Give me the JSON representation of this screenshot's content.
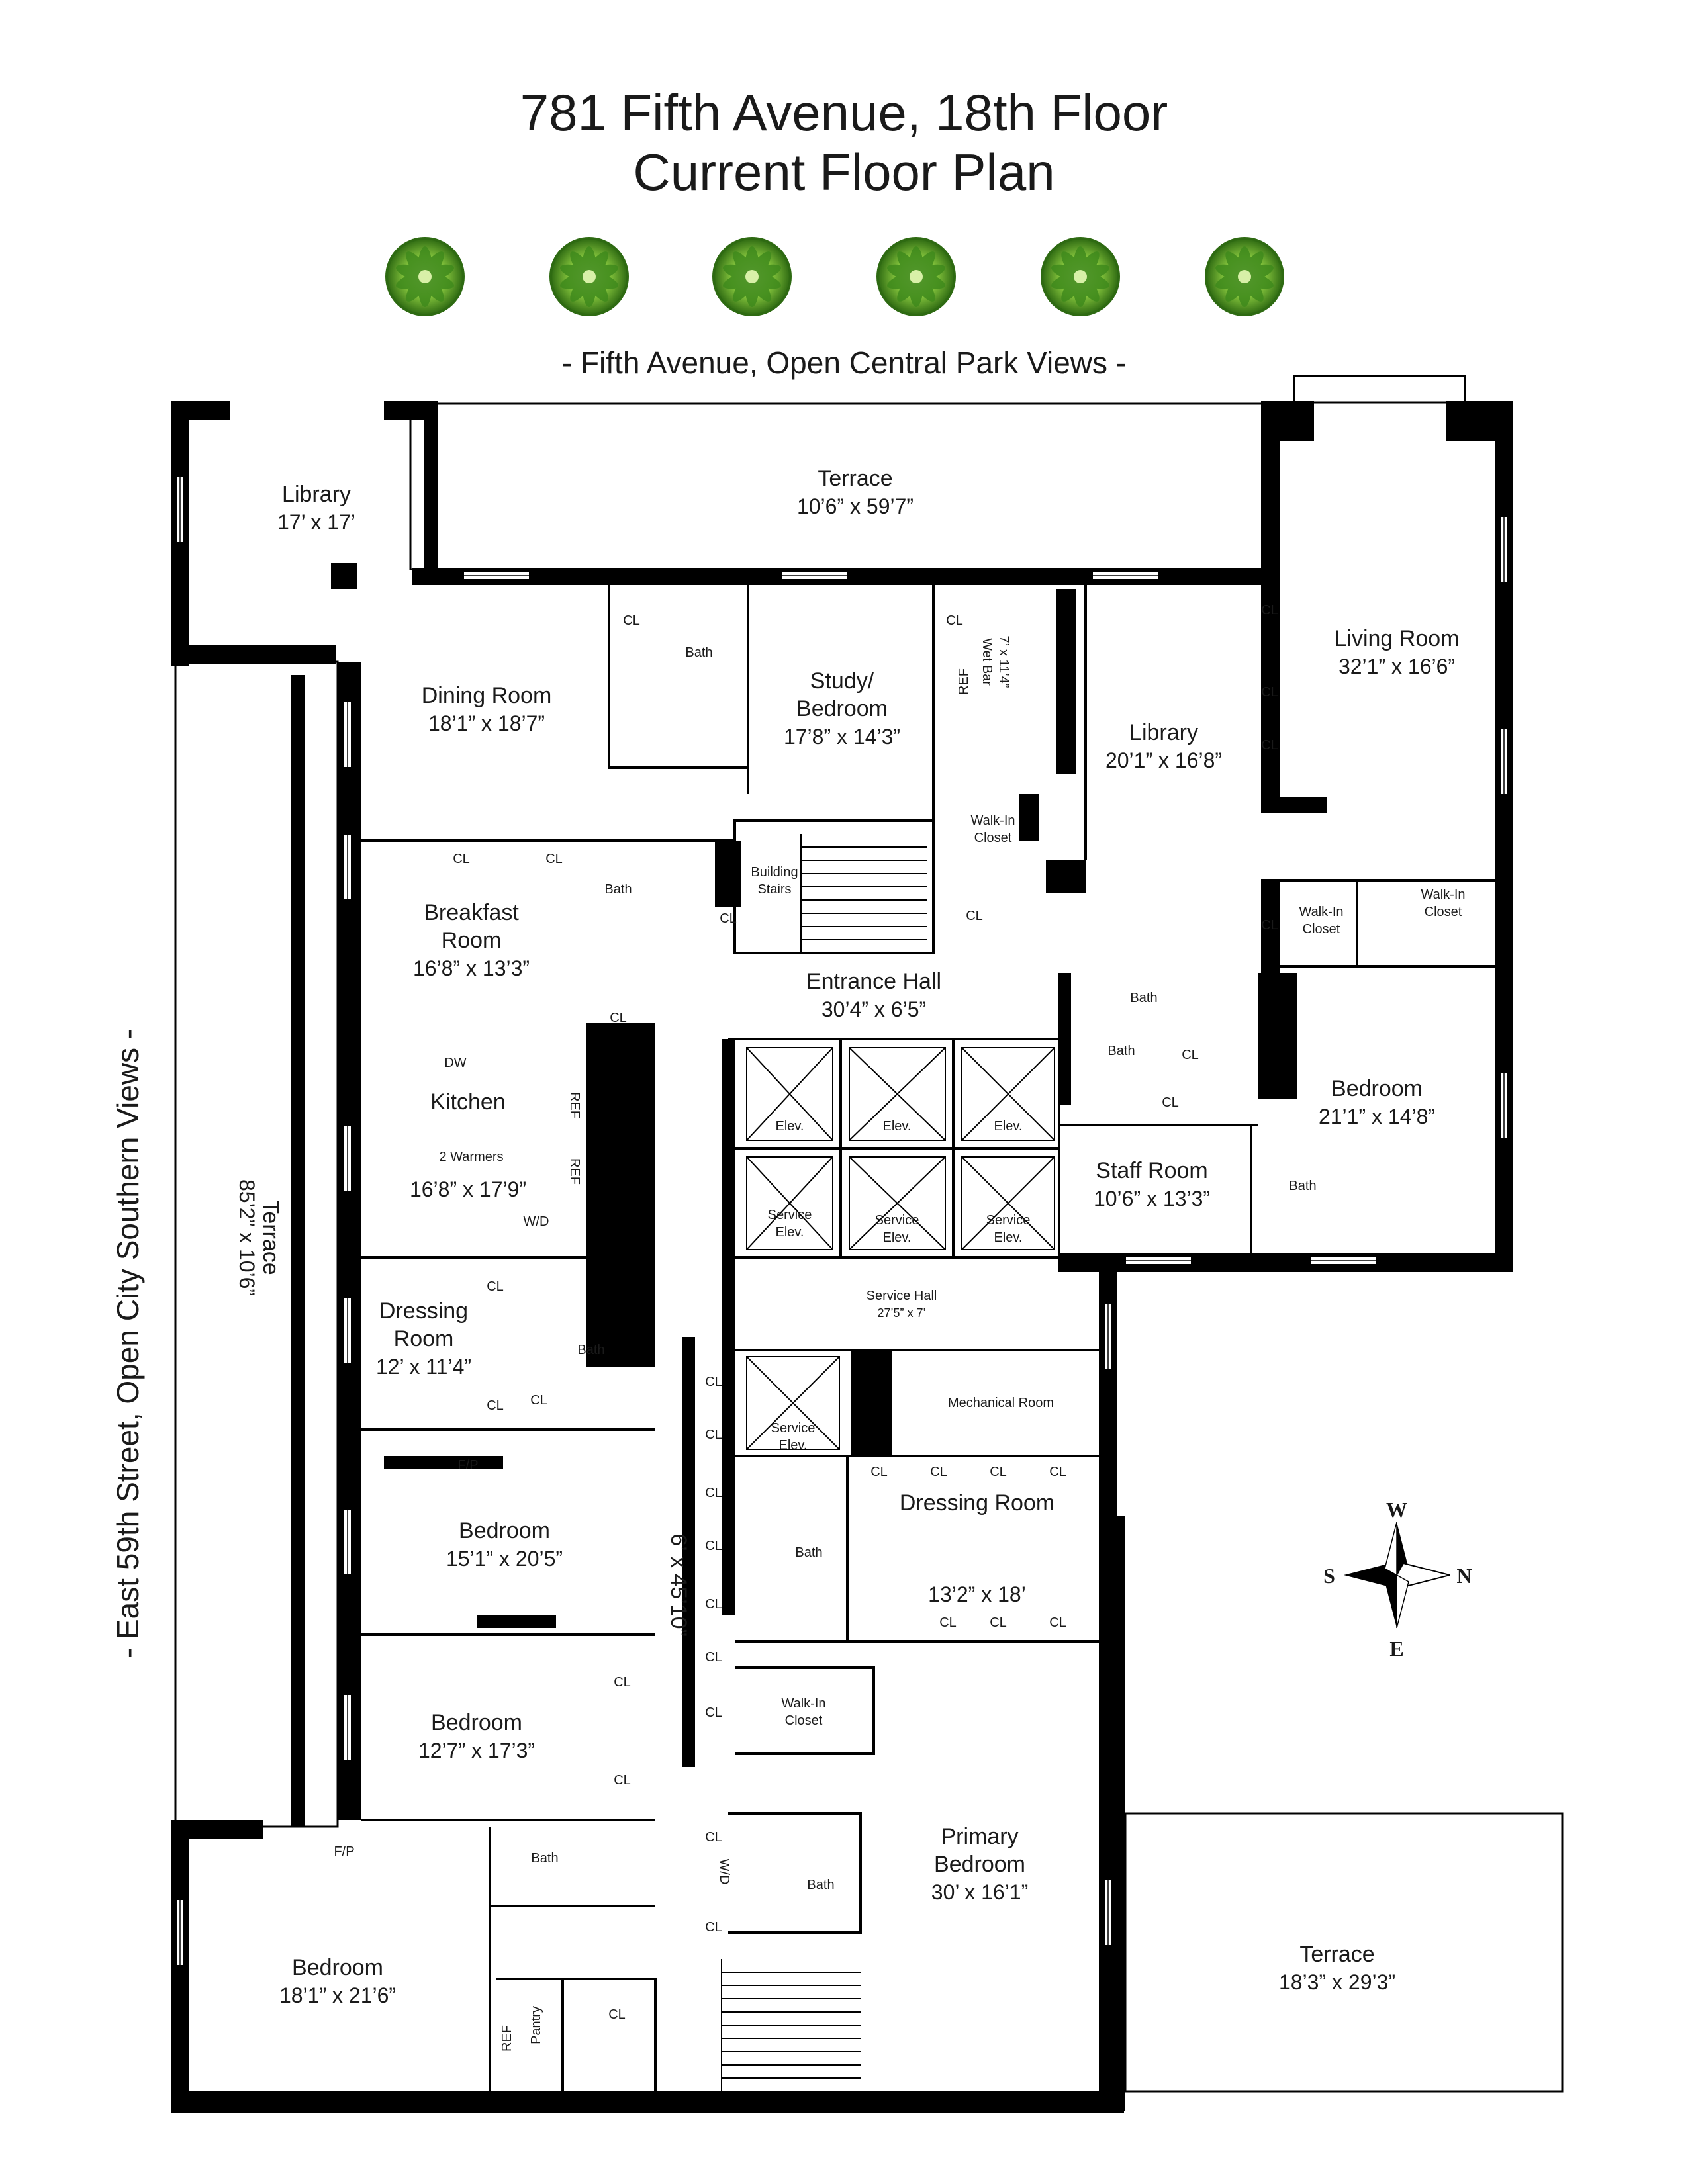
{
  "title": {
    "line1": "781 Fifth Avenue, 18th Floor",
    "line2": "Current Floor Plan"
  },
  "street_views": {
    "top": "- Fifth Avenue, Open Central Park Views -",
    "left": "- East 59th Street, Open City Southern Views -"
  },
  "compass": {
    "w": "W",
    "s": "S",
    "n": "N",
    "e": "E"
  },
  "colors": {
    "wall": "#000000",
    "tree_dark": "#2e6a12",
    "tree_light": "#8cc63f"
  },
  "rooms": {
    "library_corner": {
      "name": "Library",
      "dim": "17’ x 17’"
    },
    "terrace_top": {
      "name": "Terrace",
      "dim": "10’6” x 59’7”"
    },
    "living": {
      "name": "Living Room",
      "dim": "32’1” x 16’6”"
    },
    "dining": {
      "name": "Dining Room",
      "dim": "18’1” x 18’7”"
    },
    "study": {
      "name1": "Study/",
      "name2": "Bedroom",
      "dim": "17’8” x 14’3”"
    },
    "wet_bar": {
      "name": "Wet Bar",
      "dim": "7’ x 11’4”"
    },
    "library2": {
      "name": "Library",
      "dim": "20’1” x 16’8”"
    },
    "breakfast": {
      "name1": "Breakfast",
      "name2": "Room",
      "dim": "16’8” x 13’3”"
    },
    "entrance": {
      "name": "Entrance Hall",
      "dim": "30’4” x 6’5”"
    },
    "kitchen": {
      "name": "Kitchen",
      "dim": "16’8” x 17’9”",
      "warmers": "2 Warmers",
      "dw": "DW",
      "wd": "W/D"
    },
    "bedroom_ne": {
      "name": "Bedroom",
      "dim": "21’1” x 14’8”"
    },
    "staff": {
      "name": "Staff Room",
      "dim": "10’6” x 13’3”"
    },
    "terrace_left": {
      "name": "Terrace",
      "dim": "85’2” x 10’6”"
    },
    "dressing_small": {
      "name1": "Dressing",
      "name2": "Room",
      "dim": "12’ x 11’4”"
    },
    "service_hall": {
      "name": "Service Hall",
      "dim": "27’5” x 7’"
    },
    "mechanical": {
      "name": "Mechanical Room"
    },
    "bedroom_1": {
      "name": "Bedroom",
      "dim": "15’1” x 20’5”"
    },
    "corridor": {
      "dim": "6’ x 45’10”"
    },
    "dressing_large": {
      "name": "Dressing Room",
      "dim": "13’2” x 18’"
    },
    "bedroom_2": {
      "name": "Bedroom",
      "dim": "12’7” x 17’3”"
    },
    "primary": {
      "name1": "Primary",
      "name2": "Bedroom",
      "dim": "30’ x 16’1”"
    },
    "bedroom_3": {
      "name": "Bedroom",
      "dim": "18’1” x 21’6”"
    },
    "terrace_br": {
      "name": "Terrace",
      "dim": "18’3” x 29’3”"
    }
  },
  "labels": {
    "cl": "CL",
    "bath": "Bath",
    "ref": "REF",
    "fp": "F/P",
    "wd": "W/D",
    "pantry": "Pantry",
    "walkin1": "Walk-In",
    "walkin2": "Closet",
    "building1": "Building",
    "building2": "Stairs",
    "elev": "Elev.",
    "service": "Service"
  }
}
